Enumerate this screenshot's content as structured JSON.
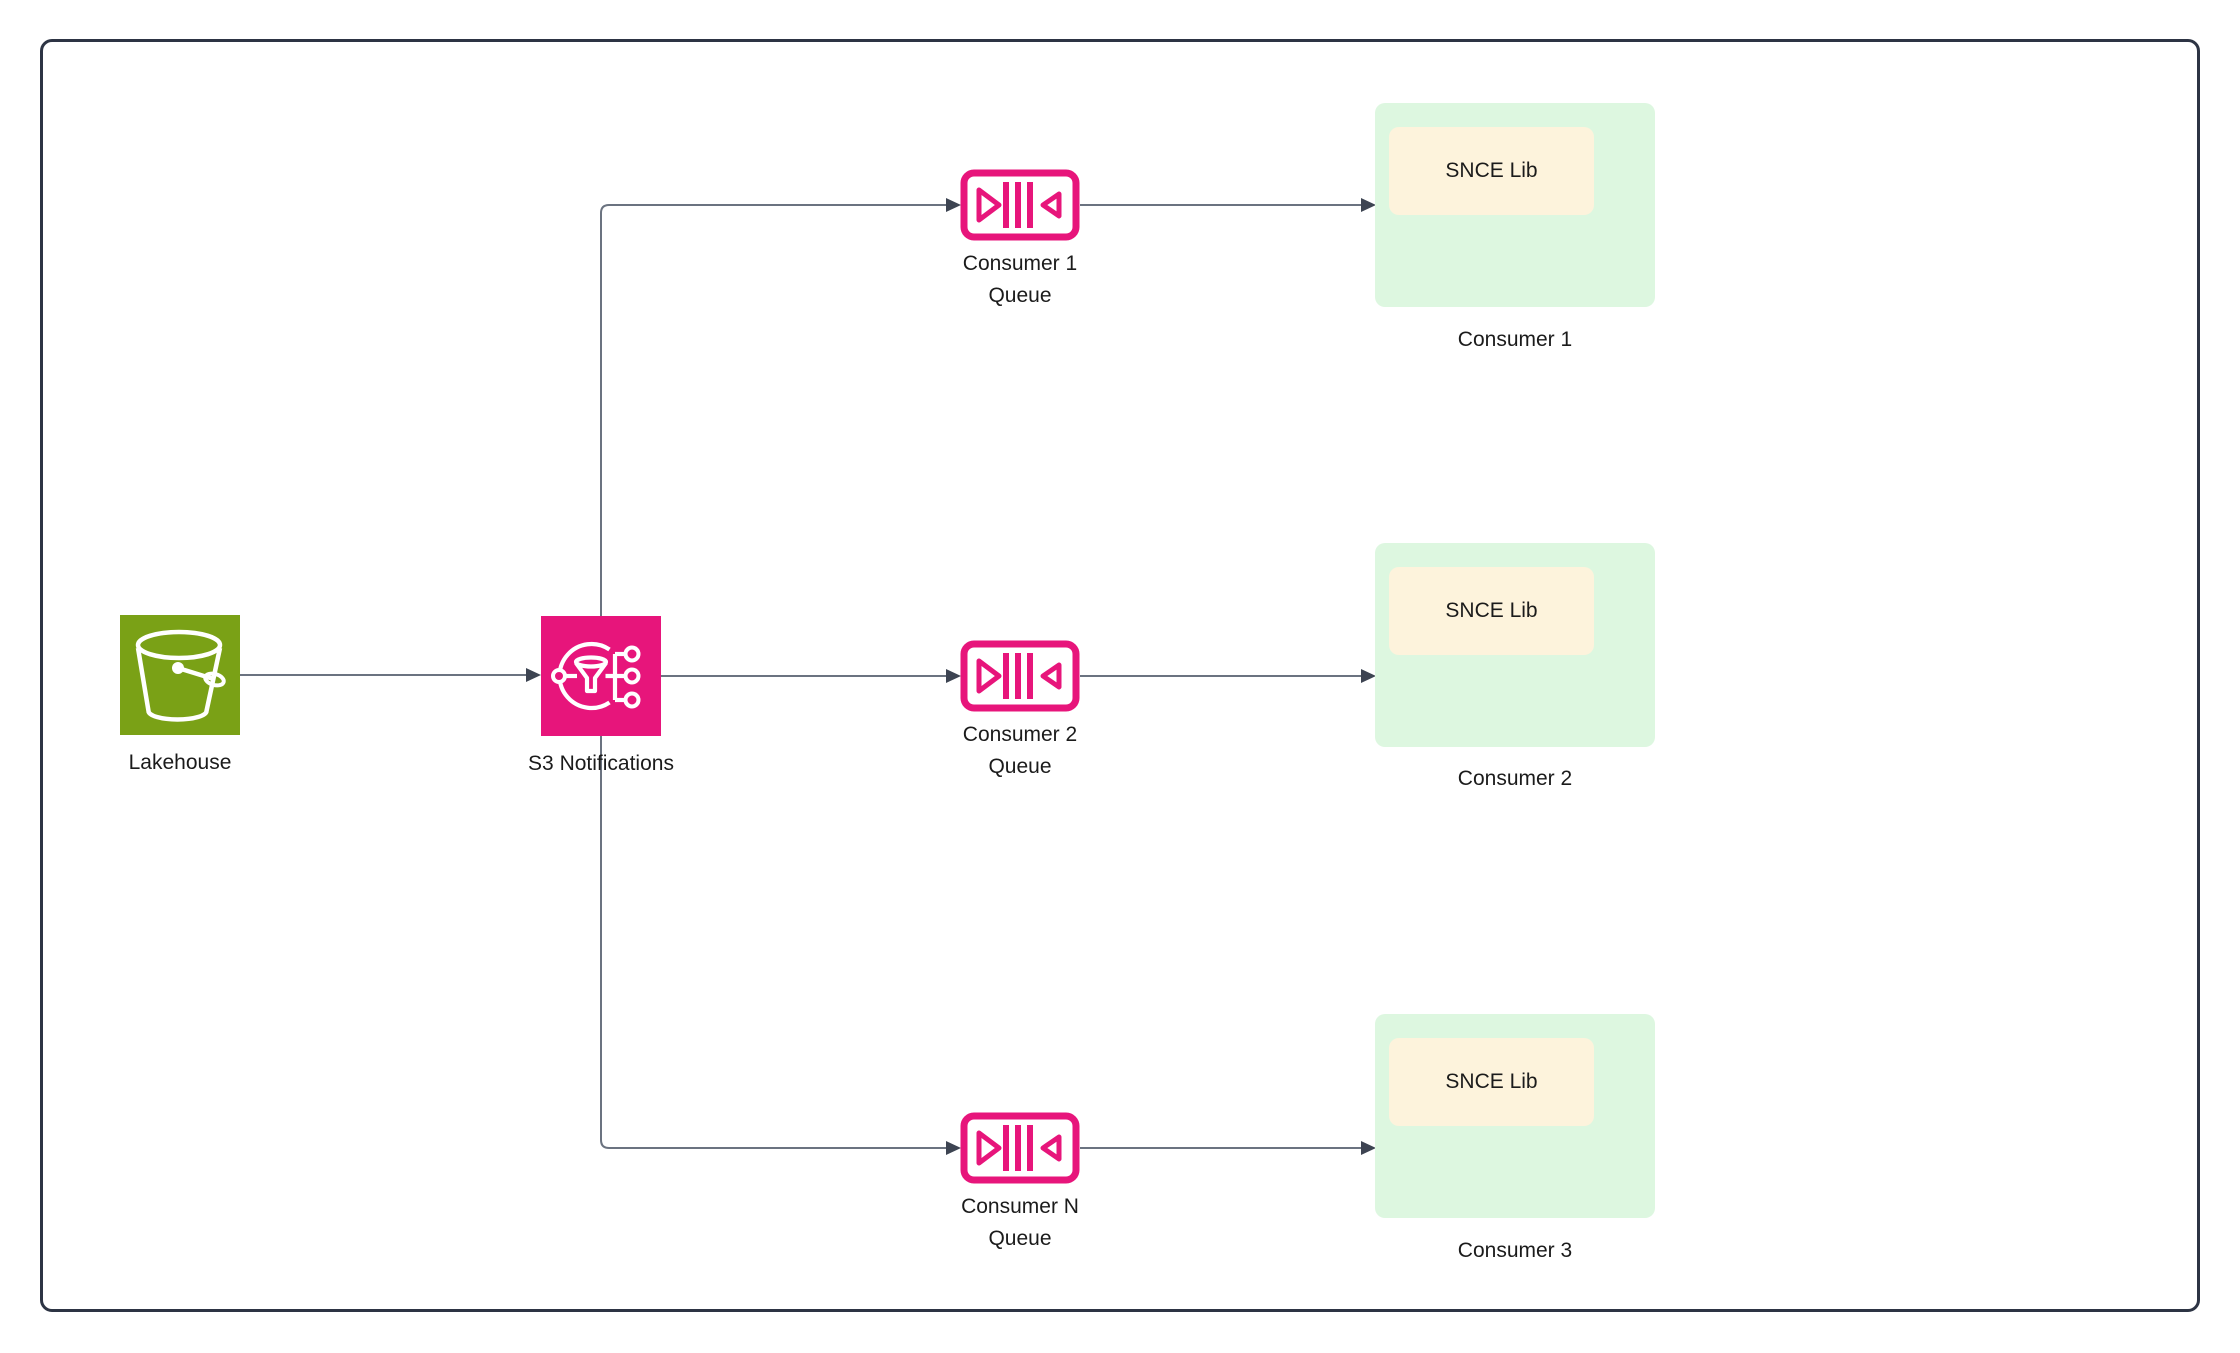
{
  "diagram": {
    "title_none": "",
    "colors": {
      "storage_green": "#7AA116",
      "aws_pink": "#E7157B",
      "consumer_box_bg": "#DDF7E0",
      "lib_box_bg": "#FDF3DC",
      "connector_line": "#6B7380",
      "arrowhead": "#3D4452",
      "outer_border": "#2D3444",
      "text": "#1B1B1B"
    },
    "icons": {
      "lakehouse": "s3-bucket-icon",
      "s3_notifications": "event-notifications-icon",
      "queue": "sqs-queue-icon"
    },
    "nodes": {
      "lakehouse": {
        "label": "Lakehouse"
      },
      "s3_notifications": {
        "label": "S3 Notifications"
      },
      "queues": [
        {
          "line1": "Consumer 1",
          "line2": "Queue"
        },
        {
          "line1": "Consumer 2",
          "line2": "Queue"
        },
        {
          "line1": "Consumer N",
          "line2": "Queue"
        }
      ],
      "consumers": [
        {
          "label": "Consumer 1",
          "inner_label": "SNCE Lib"
        },
        {
          "label": "Consumer 2",
          "inner_label": "SNCE Lib"
        },
        {
          "label": "Consumer 3",
          "inner_label": "SNCE Lib"
        }
      ]
    }
  }
}
